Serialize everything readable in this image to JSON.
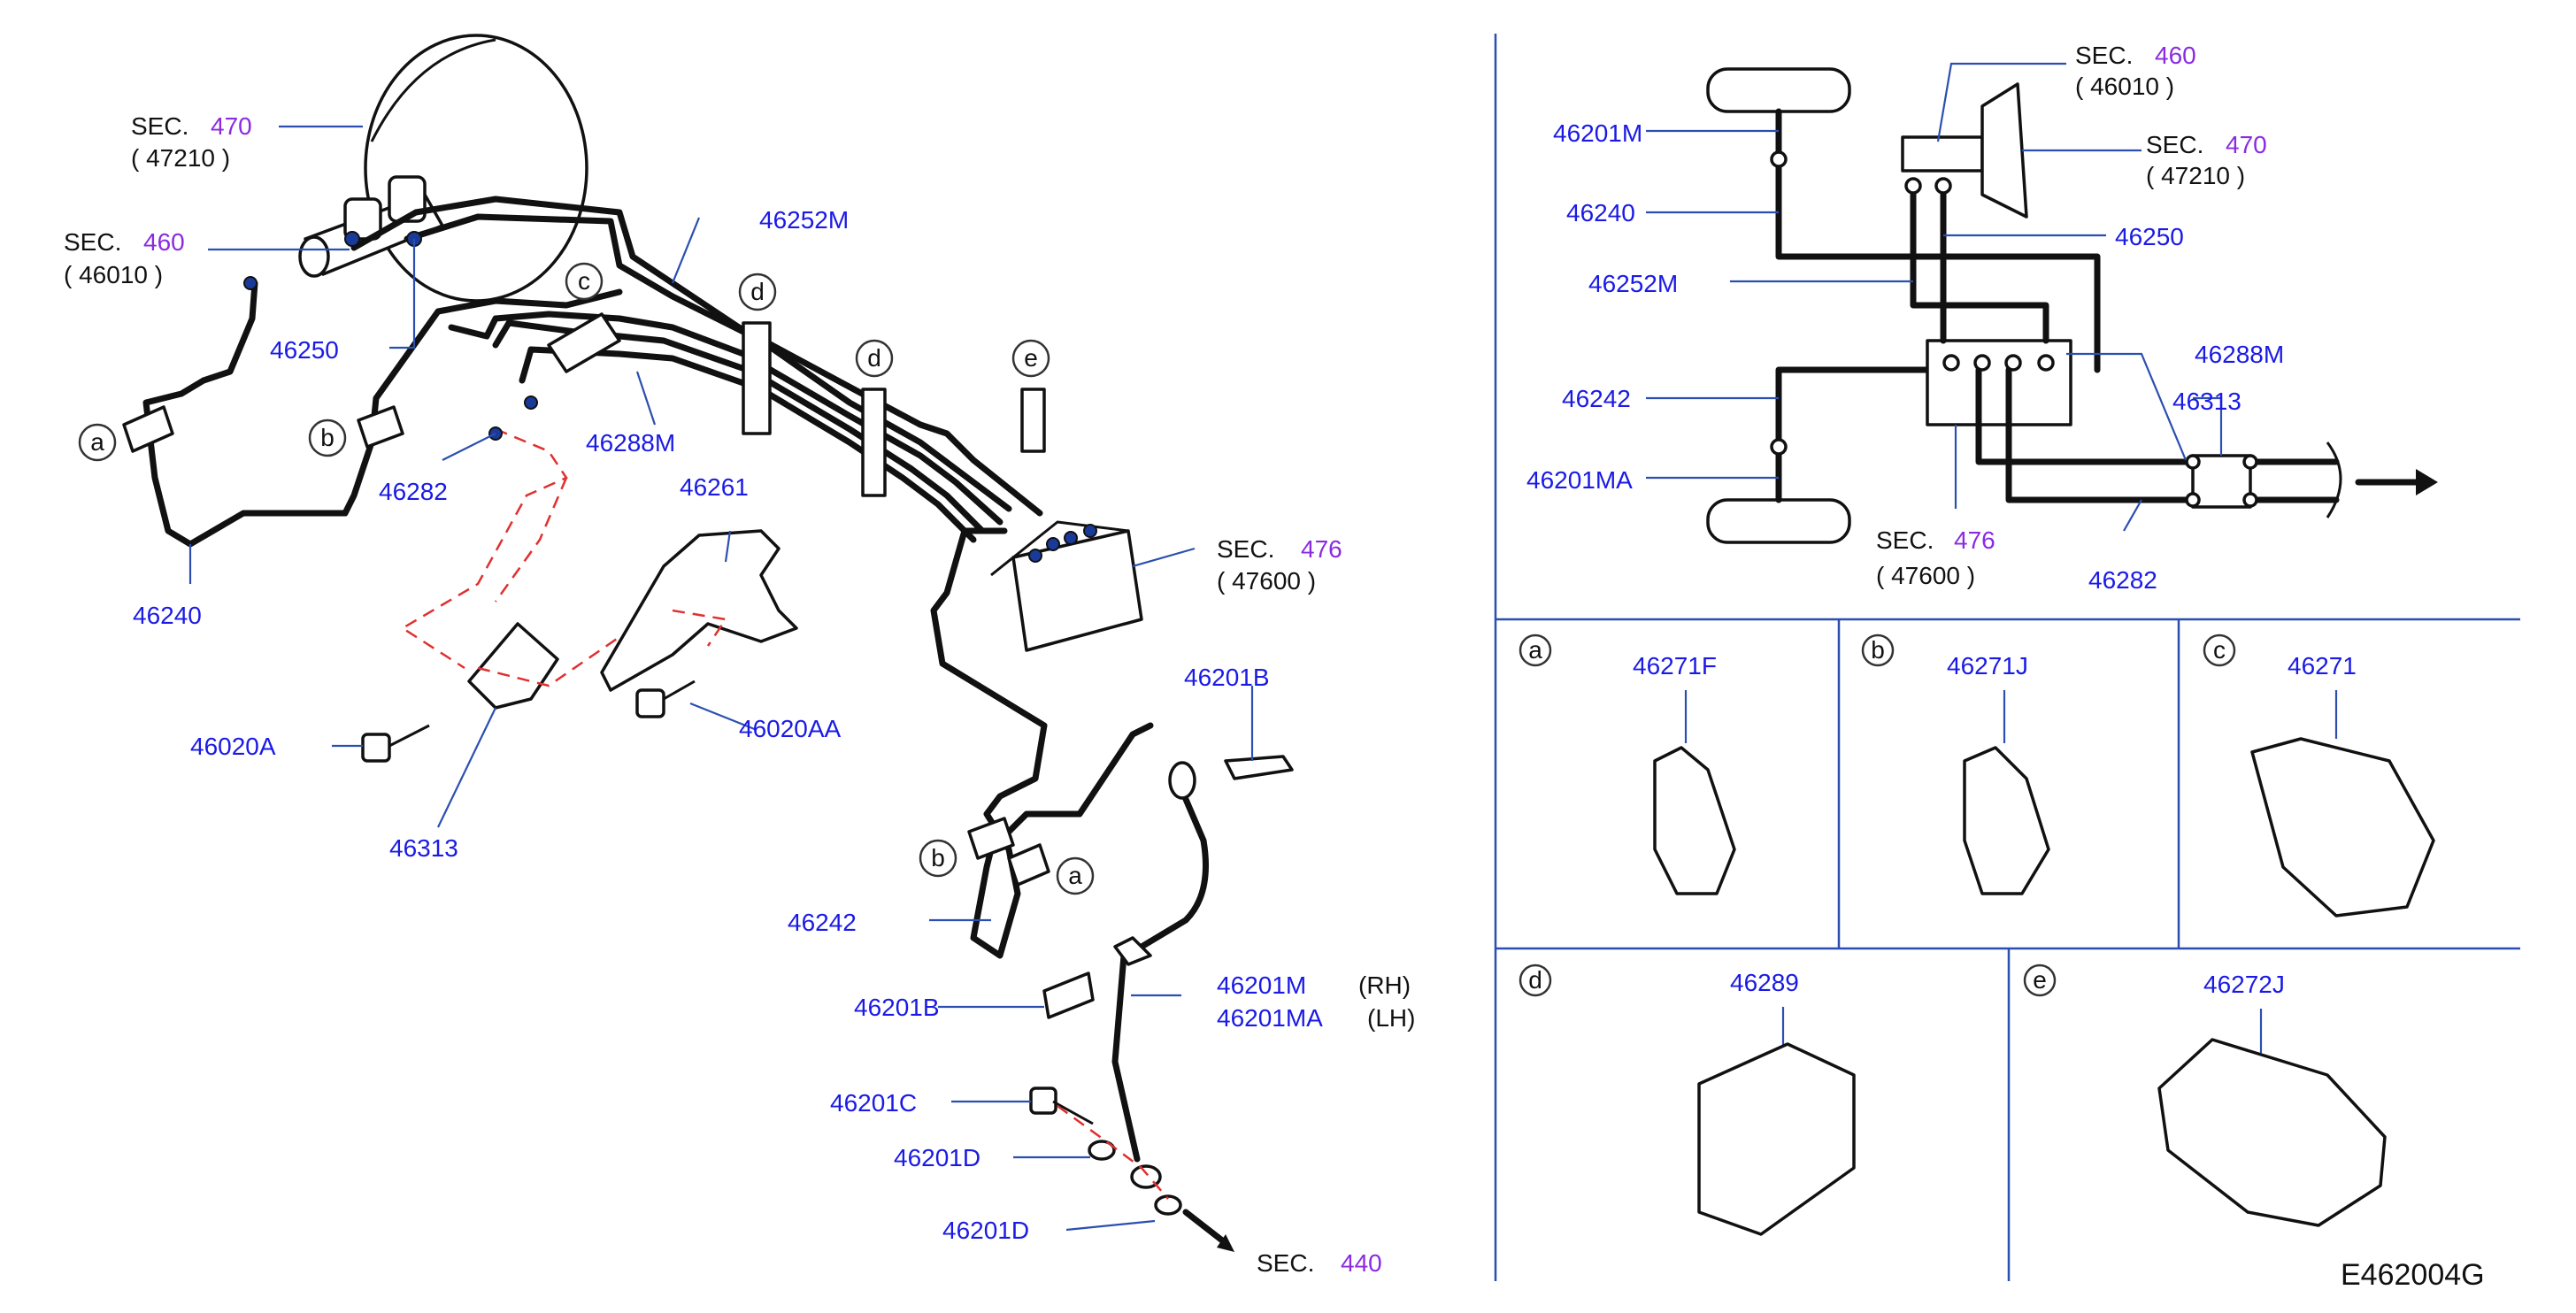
{
  "diagram_code": "E462004G",
  "colors": {
    "part_number": "#1a1ae6",
    "section_number": "#8a2be2",
    "leader": "#2a4fb0",
    "hose_dash": "#e03030"
  },
  "main": {
    "sec470": {
      "prefix": "SEC.",
      "num": "470",
      "ref": "(    47210    )"
    },
    "sec460": {
      "prefix": "SEC.",
      "num": "460",
      "ref": "(    46010    )"
    },
    "sec476": {
      "prefix": "SEC.",
      "num": "476",
      "ref": "(    47600    )"
    },
    "sec440": {
      "prefix": "SEC.",
      "num": "440"
    },
    "parts": {
      "p46252M": "46252M",
      "p46250": "46250",
      "p46288M": "46288M",
      "p46282": "46282",
      "p46240": "46240",
      "p46261": "46261",
      "p46020A": "46020A",
      "p46020AA": "46020AA",
      "p46313": "46313",
      "p46201B_top": "46201B",
      "p46242": "46242",
      "p46201B_bot": "46201B",
      "p46201M": "46201M",
      "p46201MA": "46201MA",
      "rh": "(RH)",
      "lh": "(LH)",
      "p46201C": "46201C",
      "p46201D_a": "46201D",
      "p46201D_b": "46201D"
    },
    "clip_letters": {
      "a1": "a",
      "b1": "b",
      "c": "c",
      "d1": "d",
      "d2": "d",
      "e": "e",
      "b2": "b",
      "a2": "a"
    }
  },
  "schematic": {
    "sec460": {
      "prefix": "SEC.",
      "num": "460",
      "ref": "(   46010   )"
    },
    "sec470": {
      "prefix": "SEC.",
      "num": "470",
      "ref": "(   47210   )"
    },
    "sec476": {
      "prefix": "SEC.",
      "num": "476",
      "ref": "(   47600   )"
    },
    "parts": {
      "p46201M": "46201M",
      "p46240": "46240",
      "p46252M": "46252M",
      "p46250": "46250",
      "p46242": "46242",
      "p46201MA": "46201MA",
      "p46288M": "46288M",
      "p46313": "46313",
      "p46282": "46282"
    }
  },
  "clips": [
    {
      "letter": "a",
      "part": "46271F"
    },
    {
      "letter": "b",
      "part": "46271J"
    },
    {
      "letter": "c",
      "part": "46271"
    },
    {
      "letter": "d",
      "part": "46289"
    },
    {
      "letter": "e",
      "part": "46272J"
    }
  ]
}
